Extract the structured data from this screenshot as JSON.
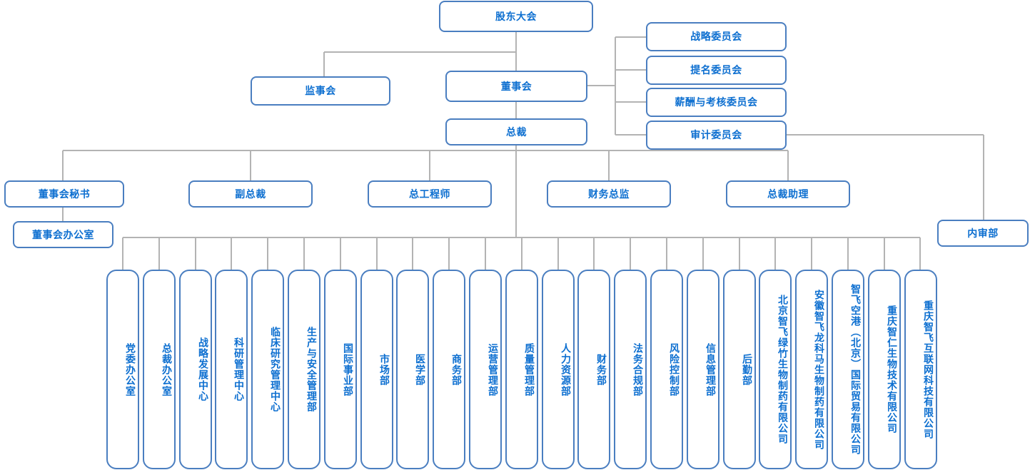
{
  "meta": {
    "title": "组织架构图",
    "colors": {
      "box_border": "#4a7ec0",
      "box_fill": "#ffffff",
      "text": "#0d6fd0",
      "connector": "#b3b3b3",
      "background": "#ffffff"
    }
  },
  "top": {
    "shareholders_meeting": "股东大会",
    "board_of_directors": "董事会",
    "board_of_supervisors": "监事会",
    "president": "总裁"
  },
  "committees": [
    {
      "label": "战略委员会"
    },
    {
      "label": "提名委员会"
    },
    {
      "label": "薪酬与考核委员会"
    },
    {
      "label": "审计委员会"
    }
  ],
  "executives": [
    {
      "label": "董事会秘书"
    },
    {
      "label": "副总裁"
    },
    {
      "label": "总工程师"
    },
    {
      "label": "财务总监"
    },
    {
      "label": "总裁助理"
    }
  ],
  "board_office": {
    "label": "董事会办公室"
  },
  "internal_audit": {
    "label": "内审部"
  },
  "departments": [
    {
      "label": "党委办公室"
    },
    {
      "label": "总裁办公室"
    },
    {
      "label": "战略发展中心"
    },
    {
      "label": "科研管理中心"
    },
    {
      "label": "临床研究管理中心"
    },
    {
      "label": "生产与安全管理部"
    },
    {
      "label": "国际事业部"
    },
    {
      "label": "市场部"
    },
    {
      "label": "医学部"
    },
    {
      "label": "商务部"
    },
    {
      "label": "运营管理部"
    },
    {
      "label": "质量管理部"
    },
    {
      "label": "人力资源部"
    },
    {
      "label": "财务部"
    },
    {
      "label": "法务合规部"
    },
    {
      "label": "风险控制部"
    },
    {
      "label": "信息管理部"
    },
    {
      "label": "后勤部"
    },
    {
      "label": "北京智飞绿竹生物制药有限公司"
    },
    {
      "label": "安徽智飞龙科马生物制药有限公司"
    },
    {
      "label": "智飞空港（北京）国际贸易有限公司"
    },
    {
      "label": "重庆智仁生物技术有限公司"
    },
    {
      "label": "重庆智飞互联网科技有限公司"
    }
  ]
}
